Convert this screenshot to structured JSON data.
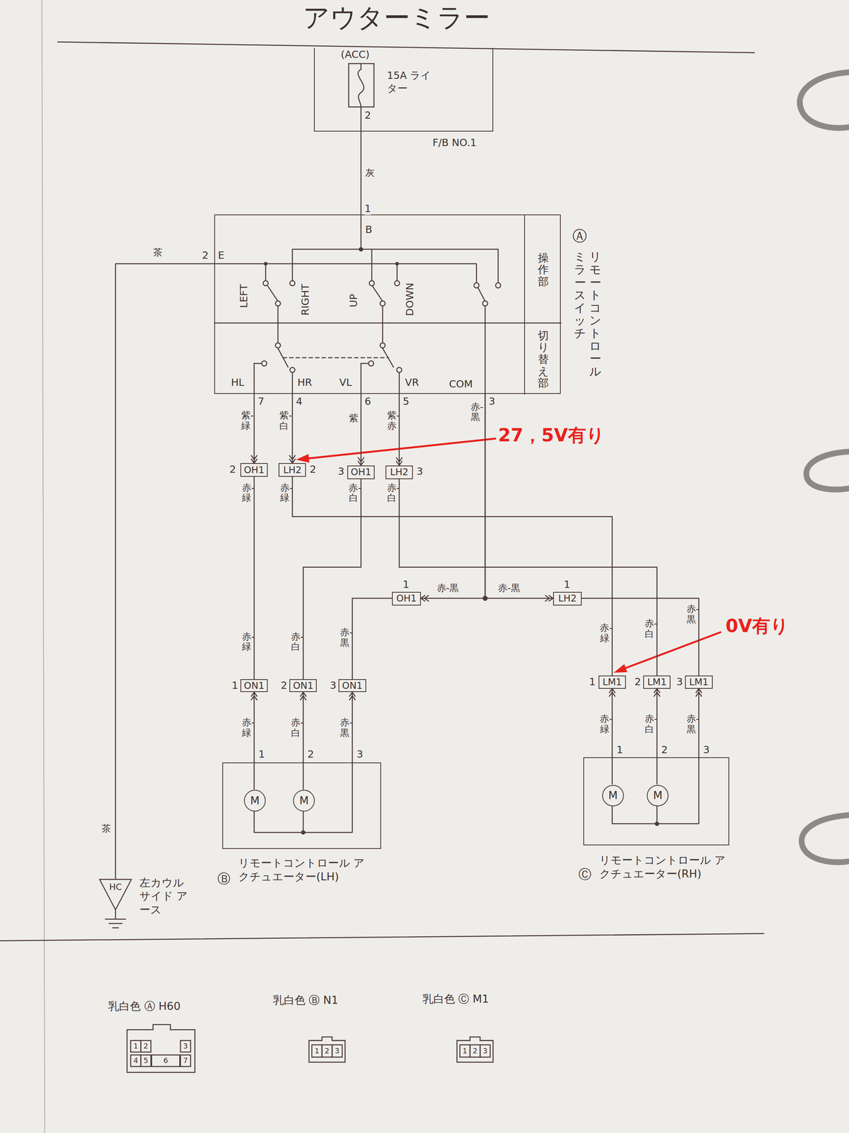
{
  "diagram": {
    "title": "アウターミラー",
    "nodes": [
      {
        "text": [
          "(ACC)",
          "15A ライター",
          "F/B NO.1"
        ]
      },
      {
        "text": [
          "Ⓐ",
          "リモートコントロール ミラースイッチ"
        ]
      },
      {
        "text": [
          "操作部"
        ],
        "in": 1
      },
      {
        "text": [
          "切り替え部"
        ],
        "in": 1
      },
      {
        "text": [
          "OH1"
        ]
      },
      {
        "text": [
          "LH2"
        ]
      },
      {
        "text": [
          "OH1"
        ]
      },
      {
        "text": [
          "LH2"
        ]
      },
      {
        "text": [
          "OH1"
        ]
      },
      {
        "text": [
          "LH2"
        ]
      },
      {
        "text": [
          "ON1"
        ]
      },
      {
        "text": [
          "ON1"
        ]
      },
      {
        "text": [
          "ON1"
        ]
      },
      {
        "text": [
          "LM1"
        ]
      },
      {
        "text": [
          "LM1"
        ]
      },
      {
        "text": [
          "LM1"
        ]
      },
      {
        "text": [
          "Ⓑ",
          "リモートコントロール アクチュエーター(LH)"
        ]
      },
      {
        "text": [
          "M"
        ],
        "in": 16
      },
      {
        "text": [
          "M"
        ],
        "in": 16
      },
      {
        "text": [
          "Ⓒ",
          "リモートコントロール アクチュエーター(RH)"
        ]
      },
      {
        "text": [
          "M"
        ],
        "in": 19
      },
      {
        "text": [
          "M"
        ],
        "in": 19
      },
      {
        "text": [
          "HC",
          "左カウル サイド アース"
        ]
      }
    ],
    "edges": [
      {
        "from": 0,
        "to": 1,
        "arrow": "none",
        "label": "灰"
      },
      {
        "from": 1,
        "to": 4,
        "arrow": "to",
        "label": "紫-緑"
      },
      {
        "from": 1,
        "to": 5,
        "arrow": "to",
        "label": "紫-白"
      },
      {
        "from": 1,
        "to": 6,
        "arrow": "to",
        "label": "紫"
      },
      {
        "from": 1,
        "to": 7,
        "arrow": "to",
        "label": "紫-赤"
      },
      {
        "from": 1,
        "to": 8,
        "arrow": "to",
        "label": "赤-黒"
      },
      {
        "from": 1,
        "to": 9,
        "arrow": "to",
        "label": "赤-黒"
      },
      {
        "from": 4,
        "to": 10,
        "arrow": "none",
        "label": "赤-緑"
      },
      {
        "from": 5,
        "to": 13,
        "arrow": "none",
        "label": "赤-緑"
      },
      {
        "from": 6,
        "to": 11,
        "arrow": "none",
        "label": "赤-白"
      },
      {
        "from": 7,
        "to": 14,
        "arrow": "none",
        "label": "赤-白"
      },
      {
        "from": 8,
        "to": 12,
        "arrow": "none",
        "label": "赤-黒"
      },
      {
        "from": 9,
        "to": 15,
        "arrow": "none",
        "label": "赤-黒"
      },
      {
        "from": 16,
        "to": 10,
        "arrow": "to",
        "label": "赤-緑"
      },
      {
        "from": 16,
        "to": 11,
        "arrow": "to",
        "label": "赤-白"
      },
      {
        "from": 16,
        "to": 12,
        "arrow": "to",
        "label": "赤-黒"
      },
      {
        "from": 19,
        "to": 13,
        "arrow": "to",
        "label": "赤-緑"
      },
      {
        "from": 19,
        "to": 14,
        "arrow": "to",
        "label": "赤-白"
      },
      {
        "from": 19,
        "to": 15,
        "arrow": "to",
        "label": "赤-黒"
      },
      {
        "from": 1,
        "to": 22,
        "arrow": "none",
        "label": "茶"
      }
    ],
    "labels": [
      "2",
      "1",
      "B",
      "E",
      "2",
      "LEFT",
      "RIGHT",
      "UP",
      "DOWN",
      "HL",
      "HR",
      "VL",
      "VR",
      "COM",
      "7",
      "4",
      "6",
      "5",
      "3",
      "赤-黒",
      "2",
      "2",
      "3",
      "3",
      "27，5V有り",
      "1",
      "1",
      "赤-緑",
      "赤-白",
      "赤-緑",
      "赤-白",
      "0V有り",
      "1",
      "2",
      "3",
      "1",
      "2",
      "3",
      "1",
      "2",
      "3",
      "1",
      "2",
      "3",
      "茶",
      "乳白色 Ⓐ H60",
      "乳白色 Ⓑ N1",
      "乳白色 Ⓒ M1",
      "1",
      "2",
      "3",
      "4",
      "5",
      "6",
      "7",
      "1",
      "2",
      "3",
      "1",
      "2",
      "3"
    ]
  }
}
